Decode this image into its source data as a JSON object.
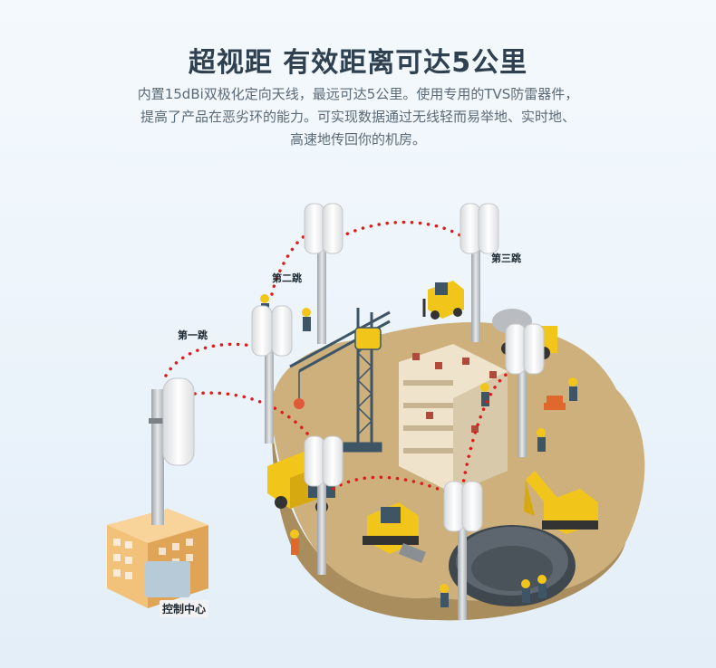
{
  "header": {
    "title": "超视距 有效距离可达5公里",
    "description_lines": [
      "内置15dBi双极化定向天线，最远可达5公里。使用专用的TVS防雷器件，",
      "提高了产品在恶劣环的能力。可实现数据通过无线轻而易举地、实时地、",
      "高速地传回你的机房。"
    ]
  },
  "diagram": {
    "hop_labels": [
      "第一跳",
      "第二跳",
      "第三跳"
    ],
    "control_center_label": "控制中心",
    "colors": {
      "link_dots": "#e01b1b",
      "ground": "#c9aa74",
      "building": "#f3c27a",
      "machinery": "#f2c51a",
      "pole": "#b9bdc1",
      "crane": "#3e5566"
    },
    "icons": [
      "outdoor-cpe-icon",
      "pole-icon",
      "crane-icon",
      "dump-truck-icon",
      "excavator-icon",
      "bulldozer-icon",
      "forklift-icon",
      "cement-mixer-icon",
      "worker-icon",
      "building-icon"
    ]
  }
}
